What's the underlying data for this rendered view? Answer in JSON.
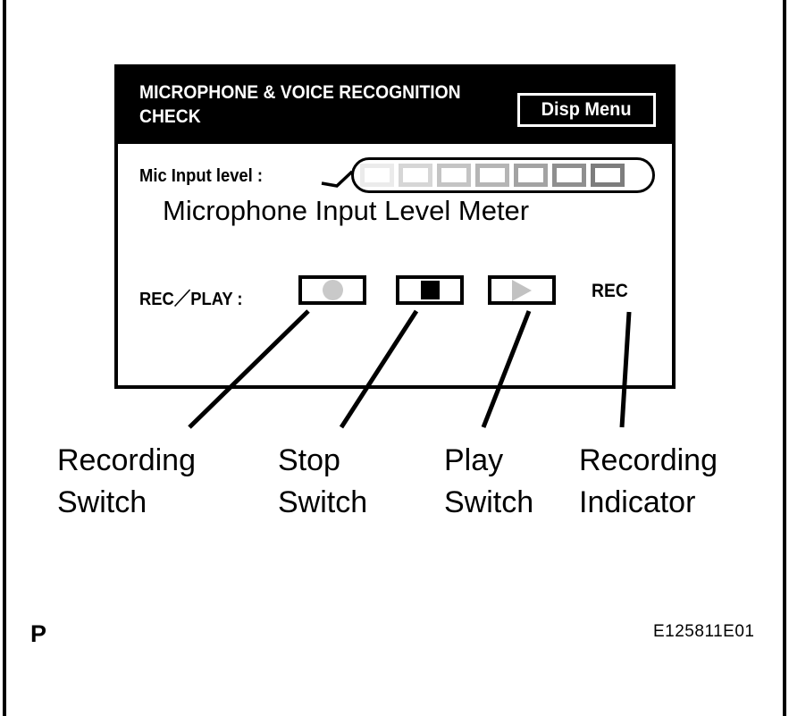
{
  "figure": {
    "page_mark": "P",
    "reference_code": "E125811E01"
  },
  "panel": {
    "header": {
      "title": "MICROPHONE & VOICE RECOGNITION\nCHECK",
      "disp_menu_label": "Disp Menu"
    },
    "mic_level": {
      "label": "Mic Input level :",
      "segment_count": 7,
      "segment_colors": [
        "#ebebeb",
        "#d6d6d6",
        "#c4c4c4",
        "#b5b5b5",
        "#a3a3a3",
        "#8f8f8f",
        "#7d7d7d"
      ]
    },
    "rec_play": {
      "label": "REC／PLAY :",
      "buttons": [
        {
          "name": "record",
          "icon": "record-circle-icon",
          "icon_color": "#c9c9c9"
        },
        {
          "name": "stop",
          "icon": "stop-square-icon",
          "icon_color": "#000000"
        },
        {
          "name": "play",
          "icon": "play-triangle-icon",
          "icon_color": "#c2c2c2"
        }
      ],
      "indicator_label": "REC"
    }
  },
  "annotations": {
    "meter_caption": "Microphone Input Level Meter",
    "callouts": [
      {
        "id": "recording-switch",
        "text": "Recording\nSwitch"
      },
      {
        "id": "stop-switch",
        "text": "Stop\nSwitch"
      },
      {
        "id": "play-switch",
        "text": "Play\nSwitch"
      },
      {
        "id": "recording-indicator",
        "text": "Recording\nIndicator"
      }
    ]
  },
  "colors": {
    "panel_border": "#000000",
    "header_background": "#000000",
    "header_text": "#ffffff",
    "page_background": "#ffffff"
  }
}
